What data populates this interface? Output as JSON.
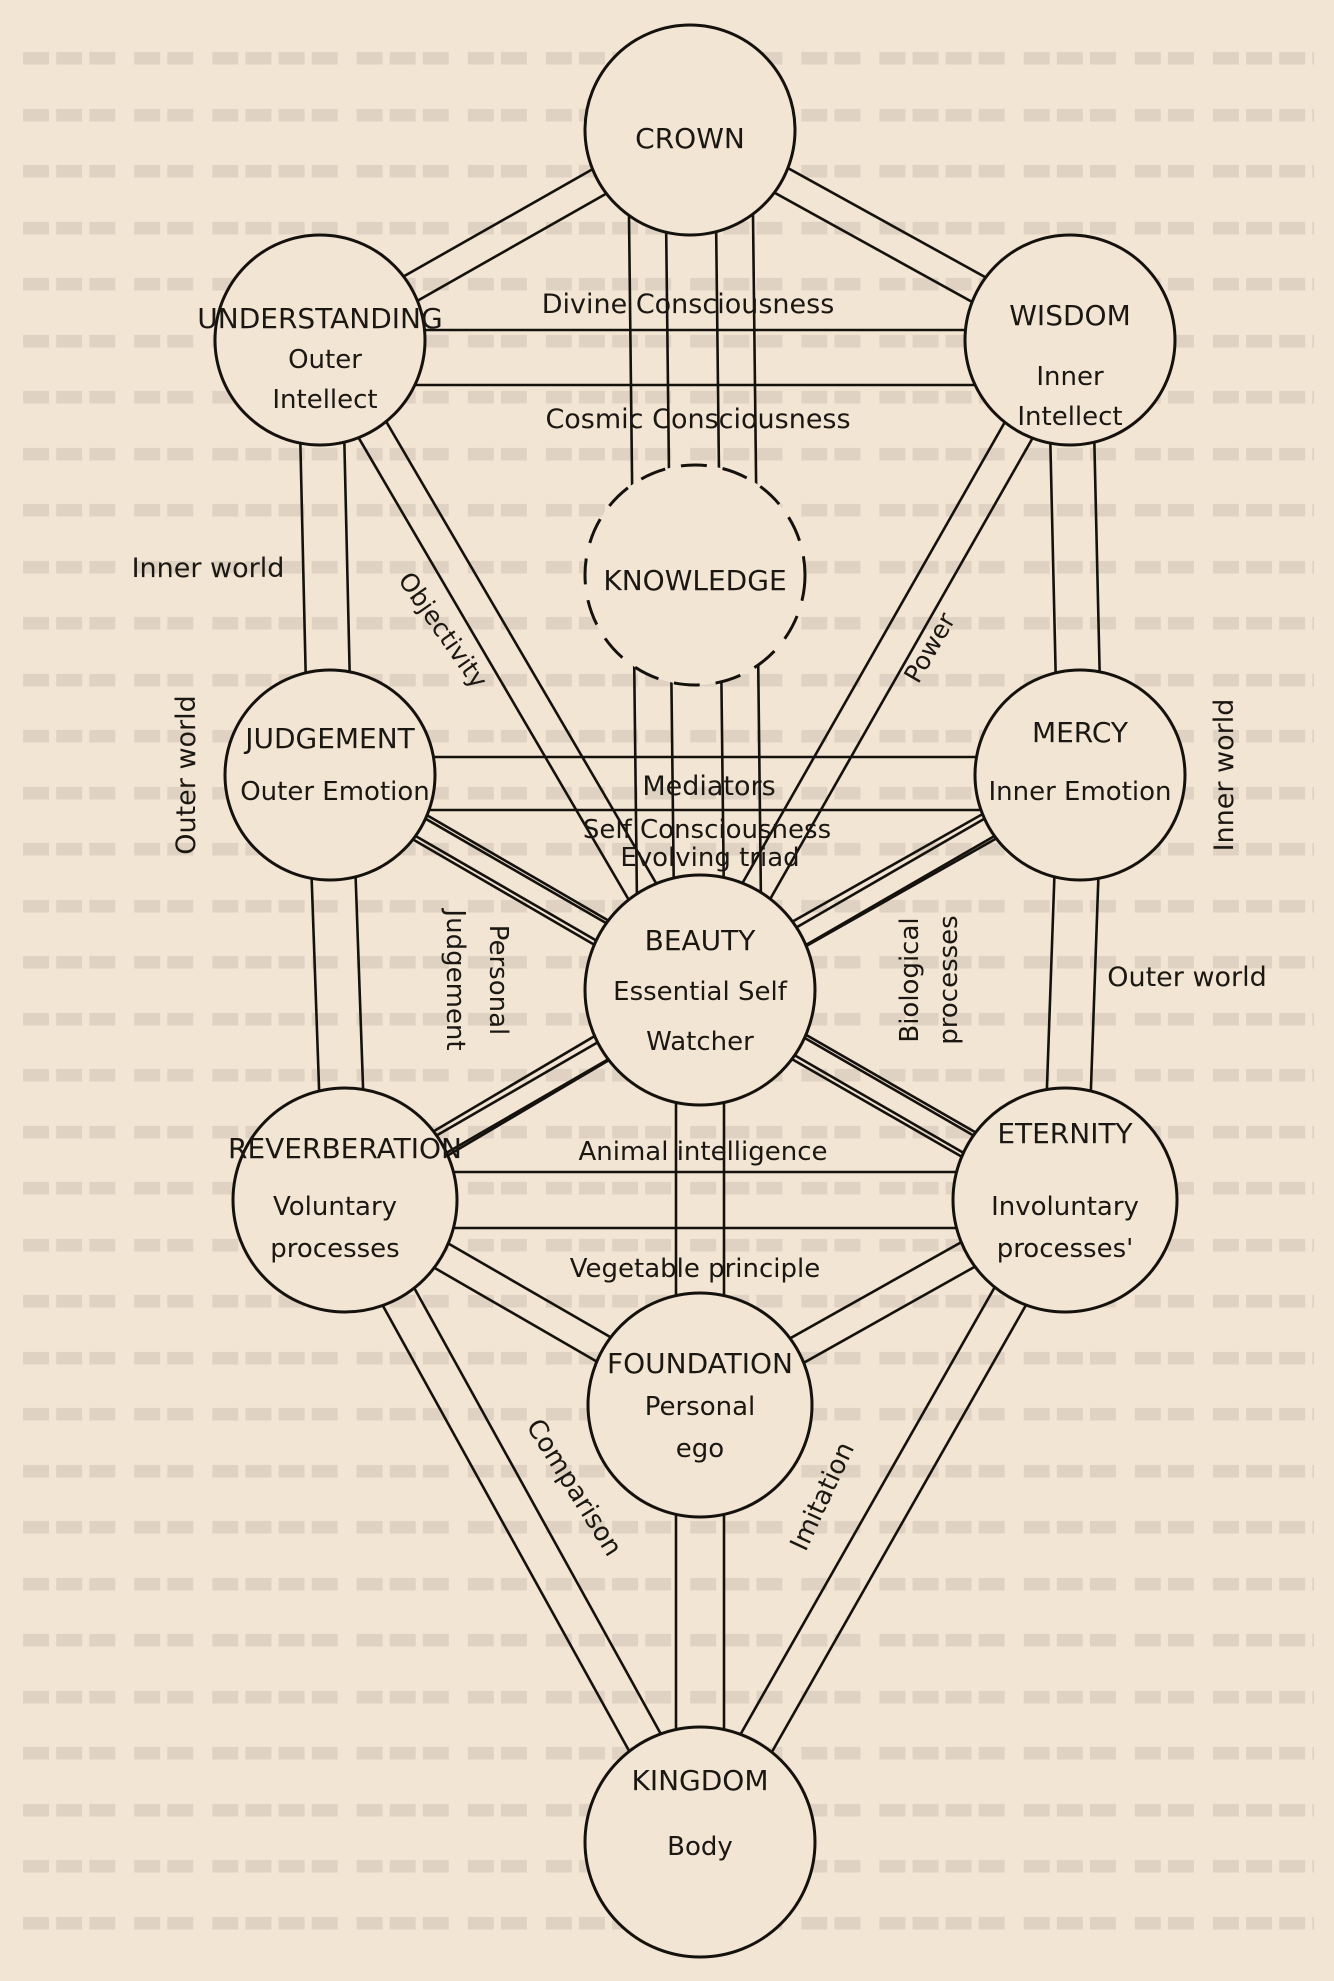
{
  "nodes": {
    "crown": {
      "title": "CROWN",
      "sub": []
    },
    "understanding": {
      "title": "UNDERSTANDING",
      "sub": [
        "Outer",
        "Intellect"
      ]
    },
    "wisdom": {
      "title": "WISDOM",
      "sub": [
        "Inner",
        "Intellect"
      ]
    },
    "knowledge": {
      "title": "KNOWLEDGE",
      "sub": []
    },
    "judgement": {
      "title": "JUDGEMENT",
      "sub": [
        "Outer Emotion"
      ]
    },
    "mercy": {
      "title": "MERCY",
      "sub": [
        "Inner Emotion"
      ]
    },
    "beauty": {
      "title": "BEAUTY",
      "sub": [
        "Essential Self",
        "Watcher"
      ]
    },
    "reverberation": {
      "title": "REVERBERATION",
      "sub": [
        "Voluntary",
        "processes"
      ]
    },
    "eternity": {
      "title": "ETERNITY",
      "sub": [
        "Involuntary",
        "processes'"
      ]
    },
    "foundation": {
      "title": "FOUNDATION",
      "sub": [
        "Personal",
        "ego"
      ]
    },
    "kingdom": {
      "title": "KINGDOM",
      "sub": [
        "Body"
      ]
    }
  },
  "labels": {
    "divine_consciousness": "Divine Consciousness",
    "cosmic_consciousness": "Cosmic Consciousness",
    "inner_world_left": "Inner world",
    "objectivity": "Objectivity",
    "power": "Power",
    "outer_world_left": "Outer world",
    "inner_world_right": "Inner world",
    "mediators": "Mediators",
    "self_consciousness": "Self Consciousness",
    "evolving_triad": "Evolving triad",
    "personal_judgement_1": "Personal",
    "personal_judgement_2": "Judgement",
    "biological_processes_1": "Biological",
    "biological_processes_2": "processes",
    "outer_world_right": "Outer world",
    "animal_intelligence": "Animal intelligence",
    "vegetable_principle": "Vegetable principle",
    "comparison": "Comparison",
    "imitation": "Imitation"
  }
}
